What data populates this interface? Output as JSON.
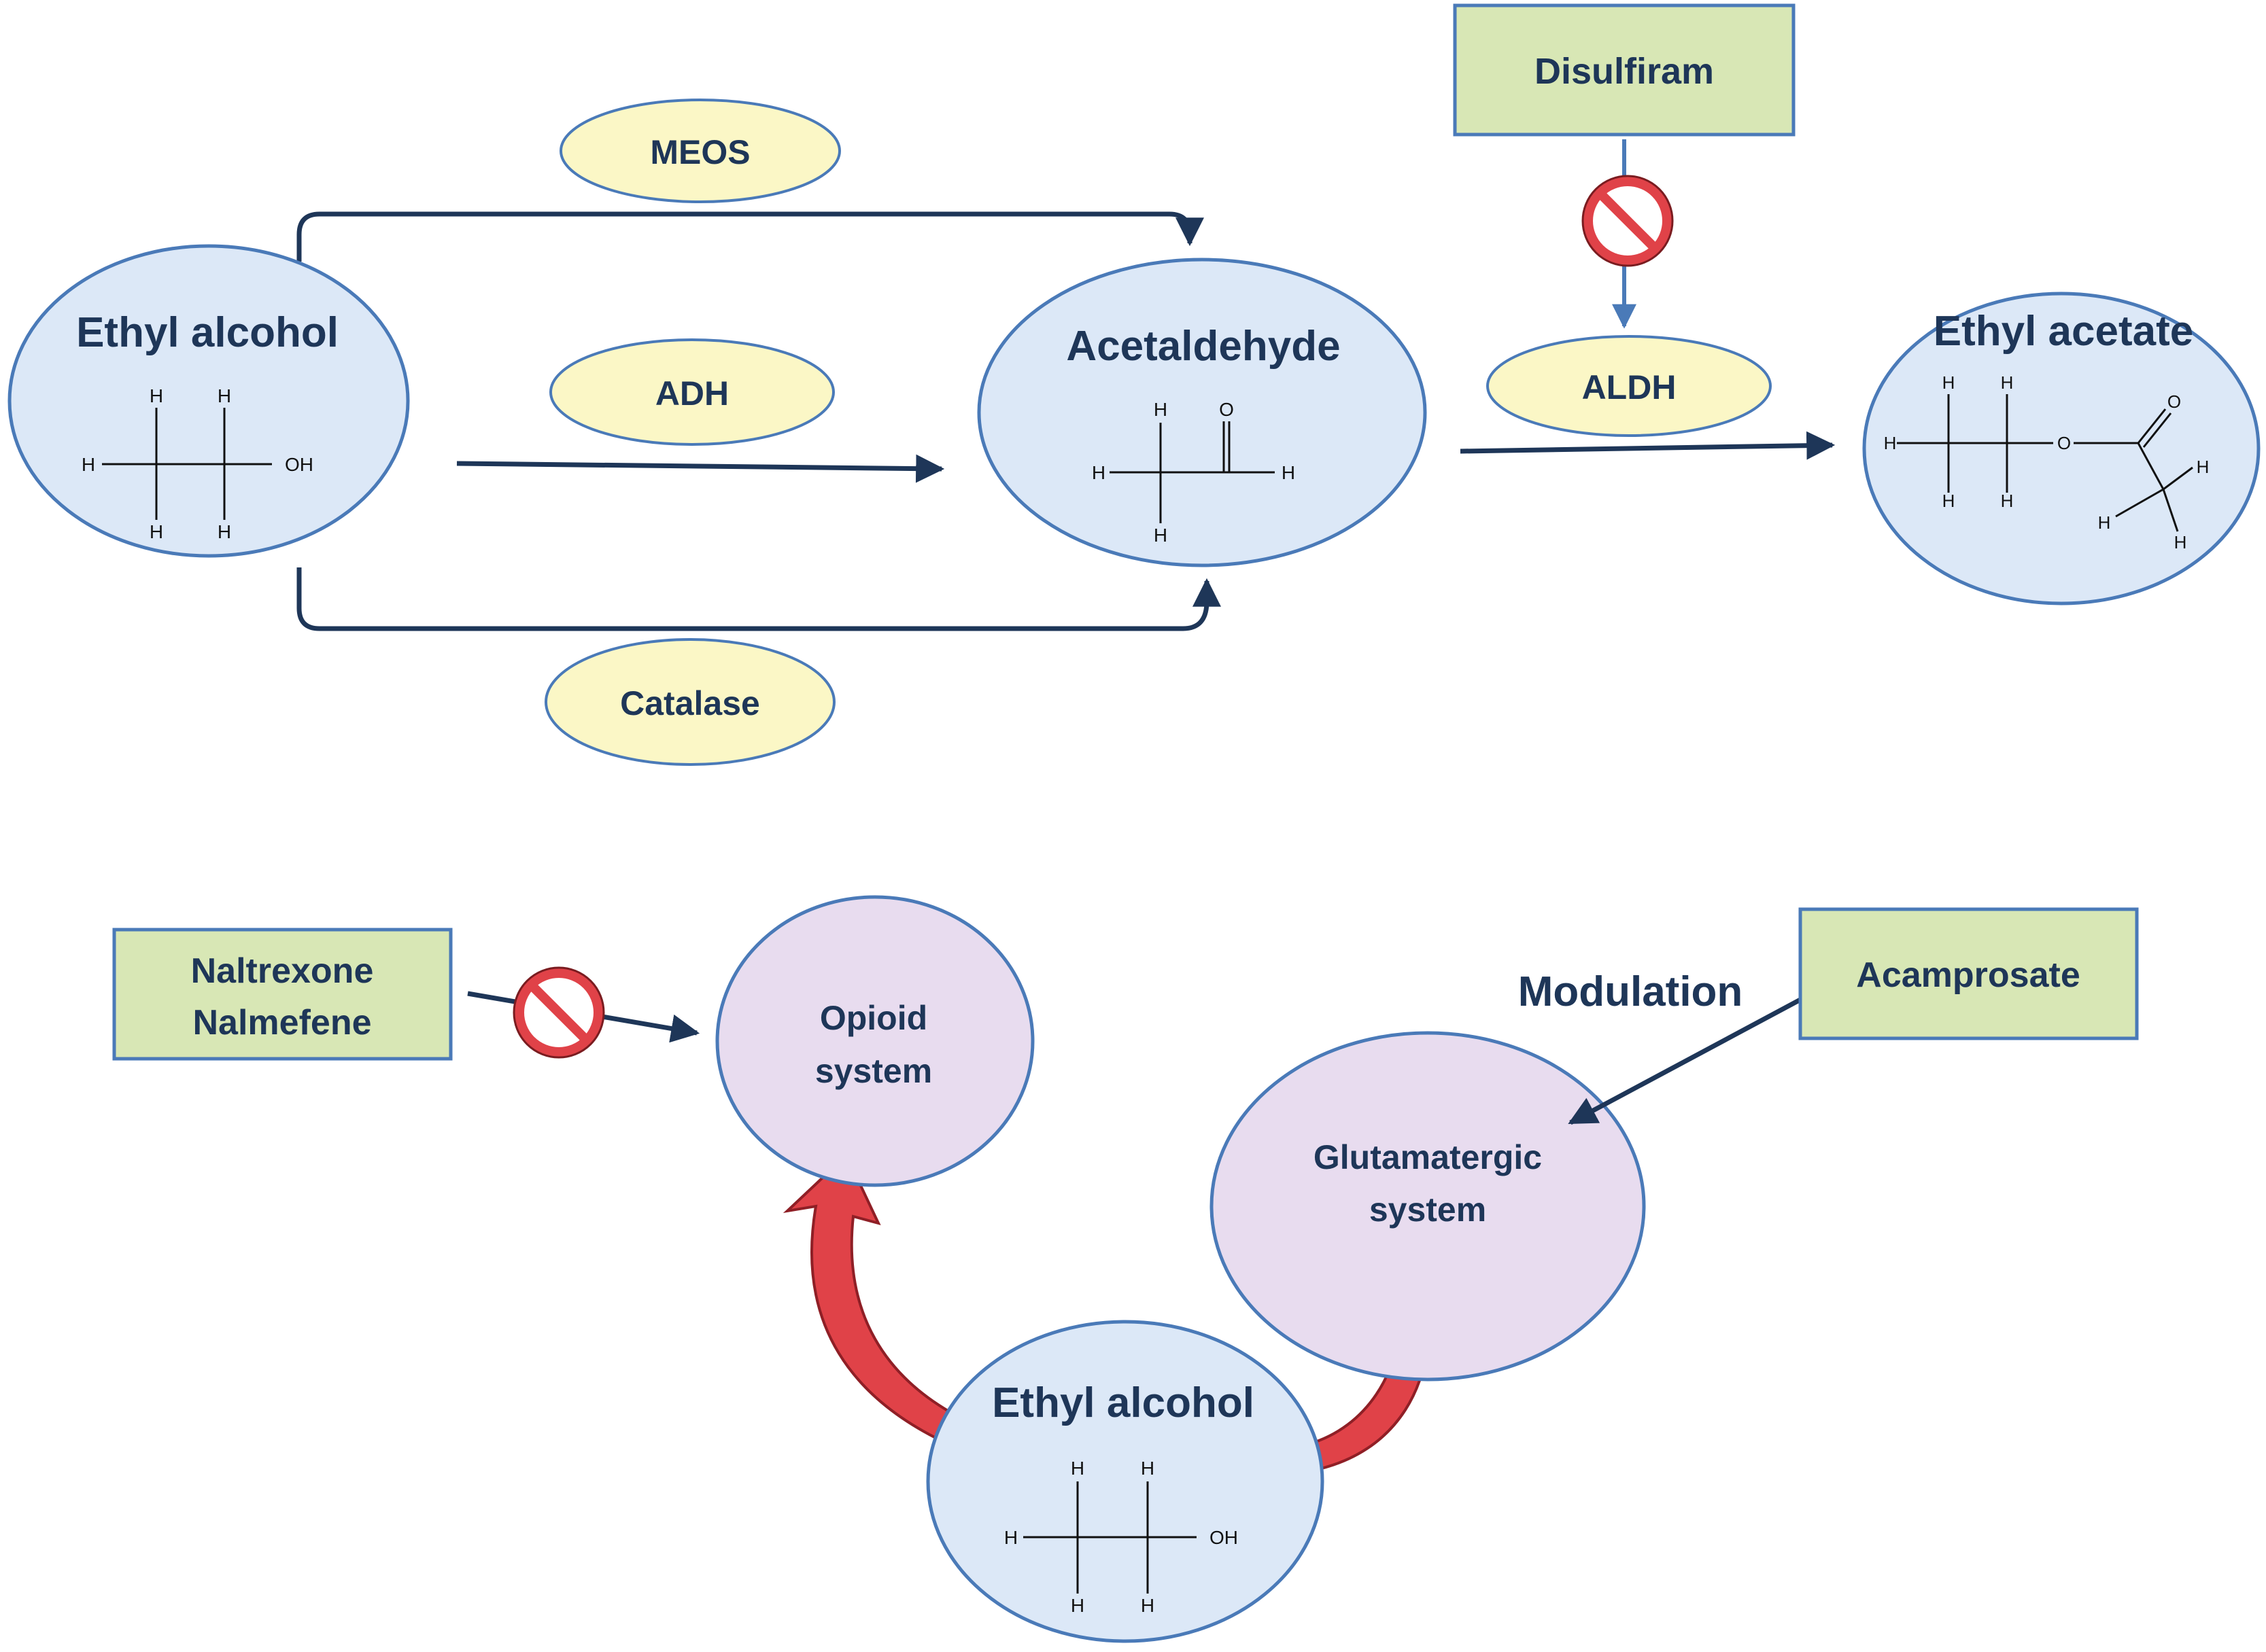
{
  "metabolism": {
    "ethanol_title": "Ethyl alcohol",
    "acetaldehyde_title": "Acetaldehyde",
    "ethyl_acetate_title": "Ethyl acetate",
    "enzymes": {
      "meos": "MEOS",
      "adh": "ADH",
      "catalase": "Catalase",
      "aldh": "ALDH"
    },
    "inhibitor": "Disulfiram"
  },
  "neuro": {
    "ethanol_title": "Ethyl alcohol",
    "opioid_line1": "Opioid",
    "opioid_line2": "system",
    "glutamatergic_line1": "Glutamatergic",
    "glutamatergic_line2": "system",
    "opioid_drug_line1": "Naltrexone",
    "opioid_drug_line2": "Nalmefene",
    "glutamate_drug": "Acamprosate",
    "modulation_label": "Modulation"
  },
  "atoms": {
    "h": "H",
    "oh": "OH",
    "o": "O"
  },
  "colors": {
    "navy": "#1e3658",
    "blue_fill": "#dce8f7",
    "blue_stroke": "#4a7ab8",
    "yellow_fill": "#fbf7c6",
    "lilac_fill": "#e8dcef",
    "green_fill": "#d8e7b5",
    "red": "#e04248"
  }
}
